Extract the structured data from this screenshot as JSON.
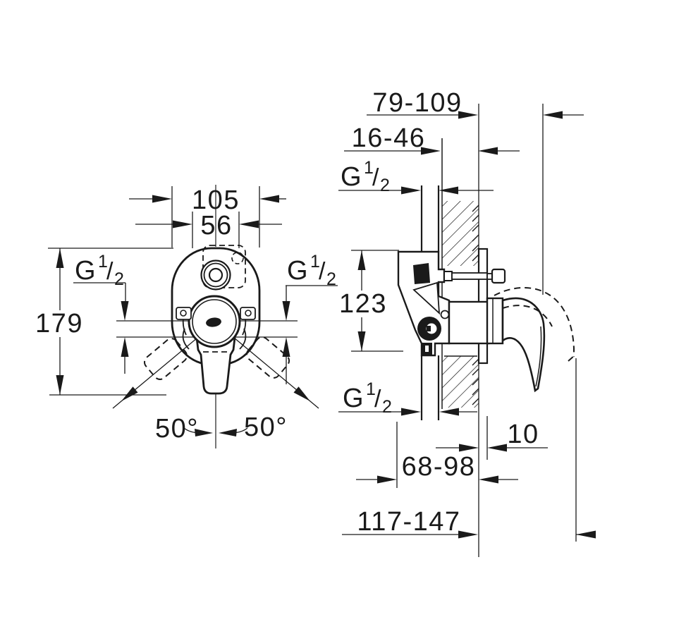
{
  "drawing": {
    "front_view": {
      "width_outer": "105",
      "width_inner": "56",
      "height": "179",
      "angle_left": "50°",
      "angle_right": "50°"
    },
    "side_view": {
      "depth_range": "79-109",
      "recess_range": "16-46",
      "height": "123",
      "plate_thickness": "10",
      "body_depth_range": "68-98",
      "total_depth_range": "117-147"
    },
    "thread_label": {
      "g": "G",
      "numerator": "1",
      "slash": "/",
      "denominator": "2"
    },
    "colors": {
      "line": "#1a1a1a",
      "background": "#ffffff"
    }
  }
}
